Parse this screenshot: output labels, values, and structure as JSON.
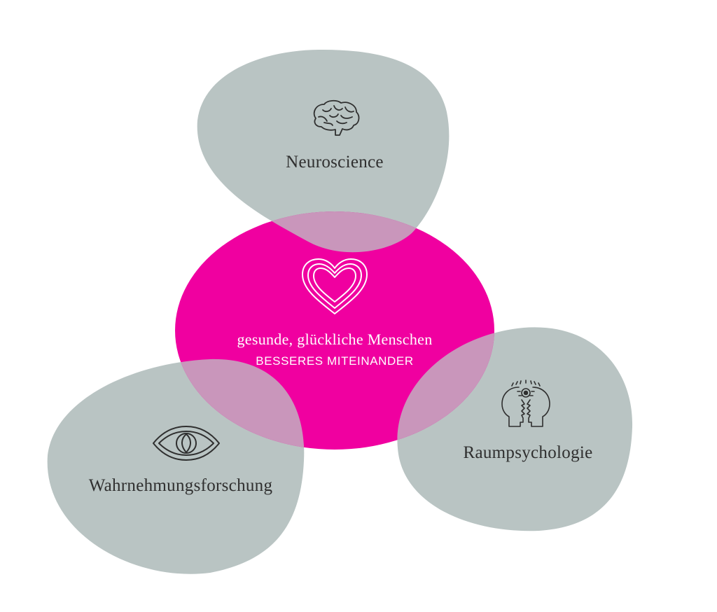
{
  "colors": {
    "blob_gray": "#b9c4c3",
    "center_pink": "#f000a0",
    "overlap_mauve": "#c996bb",
    "line_dark": "#2f2f2f",
    "line_white": "#ffffff"
  },
  "center": {
    "icon": "heart-icon",
    "line1": "gesunde, glückliche Menschen",
    "line2": "BESSERES MITEINANDER"
  },
  "nodes": [
    {
      "id": "neuroscience",
      "label": "Neuroscience",
      "icon": "brain-icon"
    },
    {
      "id": "wahrnehmung",
      "label": "Wahrnehmungsforschung",
      "icon": "eye-icon"
    },
    {
      "id": "raumpsychologie",
      "label": "Raumpsychologie",
      "icon": "faces-icon"
    }
  ]
}
